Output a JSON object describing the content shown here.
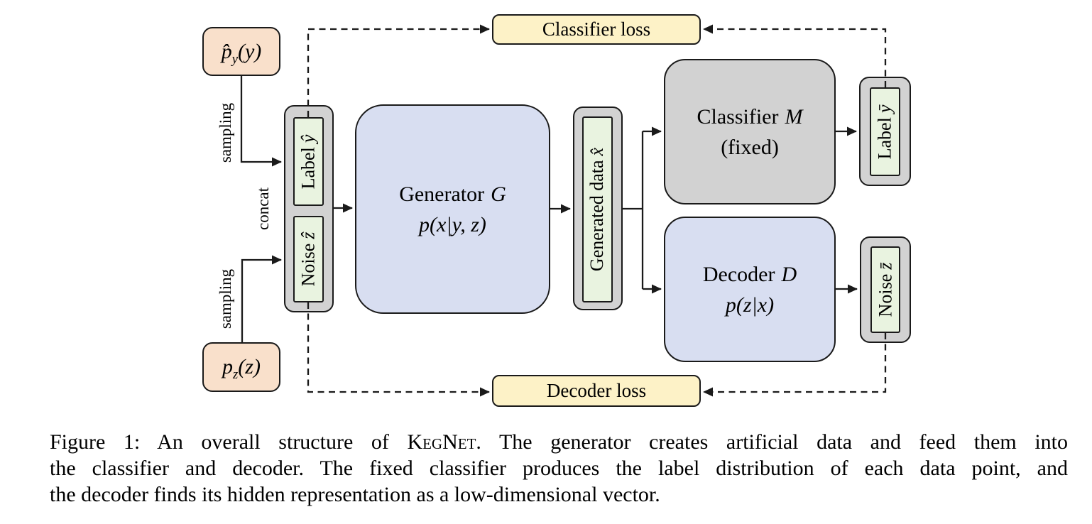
{
  "colors": {
    "background": "#ffffff",
    "salmon_box": "#f9e0cb",
    "blue_box": "#d8def1",
    "gray_box": "#d2d2d2",
    "green_box": "#e9f3e0",
    "yellow_box": "#fdf2c7",
    "line": "#1a1a1a"
  },
  "diagram": {
    "label_prior": {
      "base": "p̂",
      "sub": "y",
      "arg": "(y)"
    },
    "noise_prior": {
      "base": "p",
      "sub": "z",
      "arg": "(z)"
    },
    "sampling_top": "sampling",
    "sampling_bottom": "sampling",
    "concat": "concat",
    "slot_label": {
      "text": "Label",
      "symbol": "ŷ"
    },
    "slot_noise": {
      "text": "Noise",
      "symbol": "ẑ"
    },
    "generator": {
      "name": "Generator",
      "symbol": "G",
      "formula": "p(x|y, z)"
    },
    "generated_data": {
      "text": "Generated data",
      "symbol": "x̂"
    },
    "classifier": {
      "name": "Classifier",
      "symbol": "M",
      "note": "(fixed)"
    },
    "decoder": {
      "name": "Decoder",
      "symbol": "D",
      "formula": "p(z|x)"
    },
    "out_label": {
      "text": "Label",
      "symbol": "ȳ"
    },
    "out_noise": {
      "text": "Noise",
      "symbol": "z̄"
    },
    "classifier_loss": "Classifier loss",
    "decoder_loss": "Decoder loss"
  },
  "caption": {
    "line1_pre": "Figure 1: An overall structure of ",
    "line1_smallcaps": "KegNet",
    "line1_post": ". The generator creates artificial data and feed them into",
    "line2": "the classifier and decoder. The fixed classifier produces the label distribution of each data point, and",
    "line3": "the decoder finds its hidden representation as a low-dimensional vector."
  }
}
